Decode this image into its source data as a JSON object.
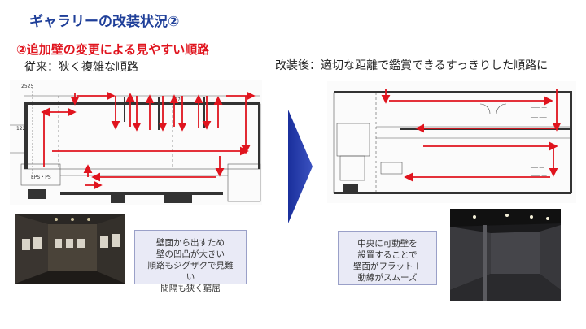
{
  "title": "ギャラリーの改装状況②",
  "subtitle": "②追加壁の変更による見やすい順路",
  "before": {
    "caption": "従来：狭く複雑な順路",
    "plan_labels": {
      "eps": "EPS・PS",
      "dim1": "1225",
      "dim2": "1270"
    },
    "note_lines": [
      "壁面から出すため",
      "壁の凹凸が大きい",
      "順路もジグザクで見難",
      "い",
      "間隔も狭く窮屈"
    ]
  },
  "after": {
    "caption": "改装後：適切な距離で鑑賞できるすっきりした順路に",
    "note_lines": [
      "中央に可動壁を",
      "設置することで",
      "壁面がフラット＋",
      "動線がスムーズ"
    ]
  },
  "colors": {
    "title": "#1f3f99",
    "subtitle": "#e0141e",
    "arrow_red": "#e0141e",
    "big_arrow": "#2a3fa8",
    "note_bg": "#e9eaf6"
  }
}
